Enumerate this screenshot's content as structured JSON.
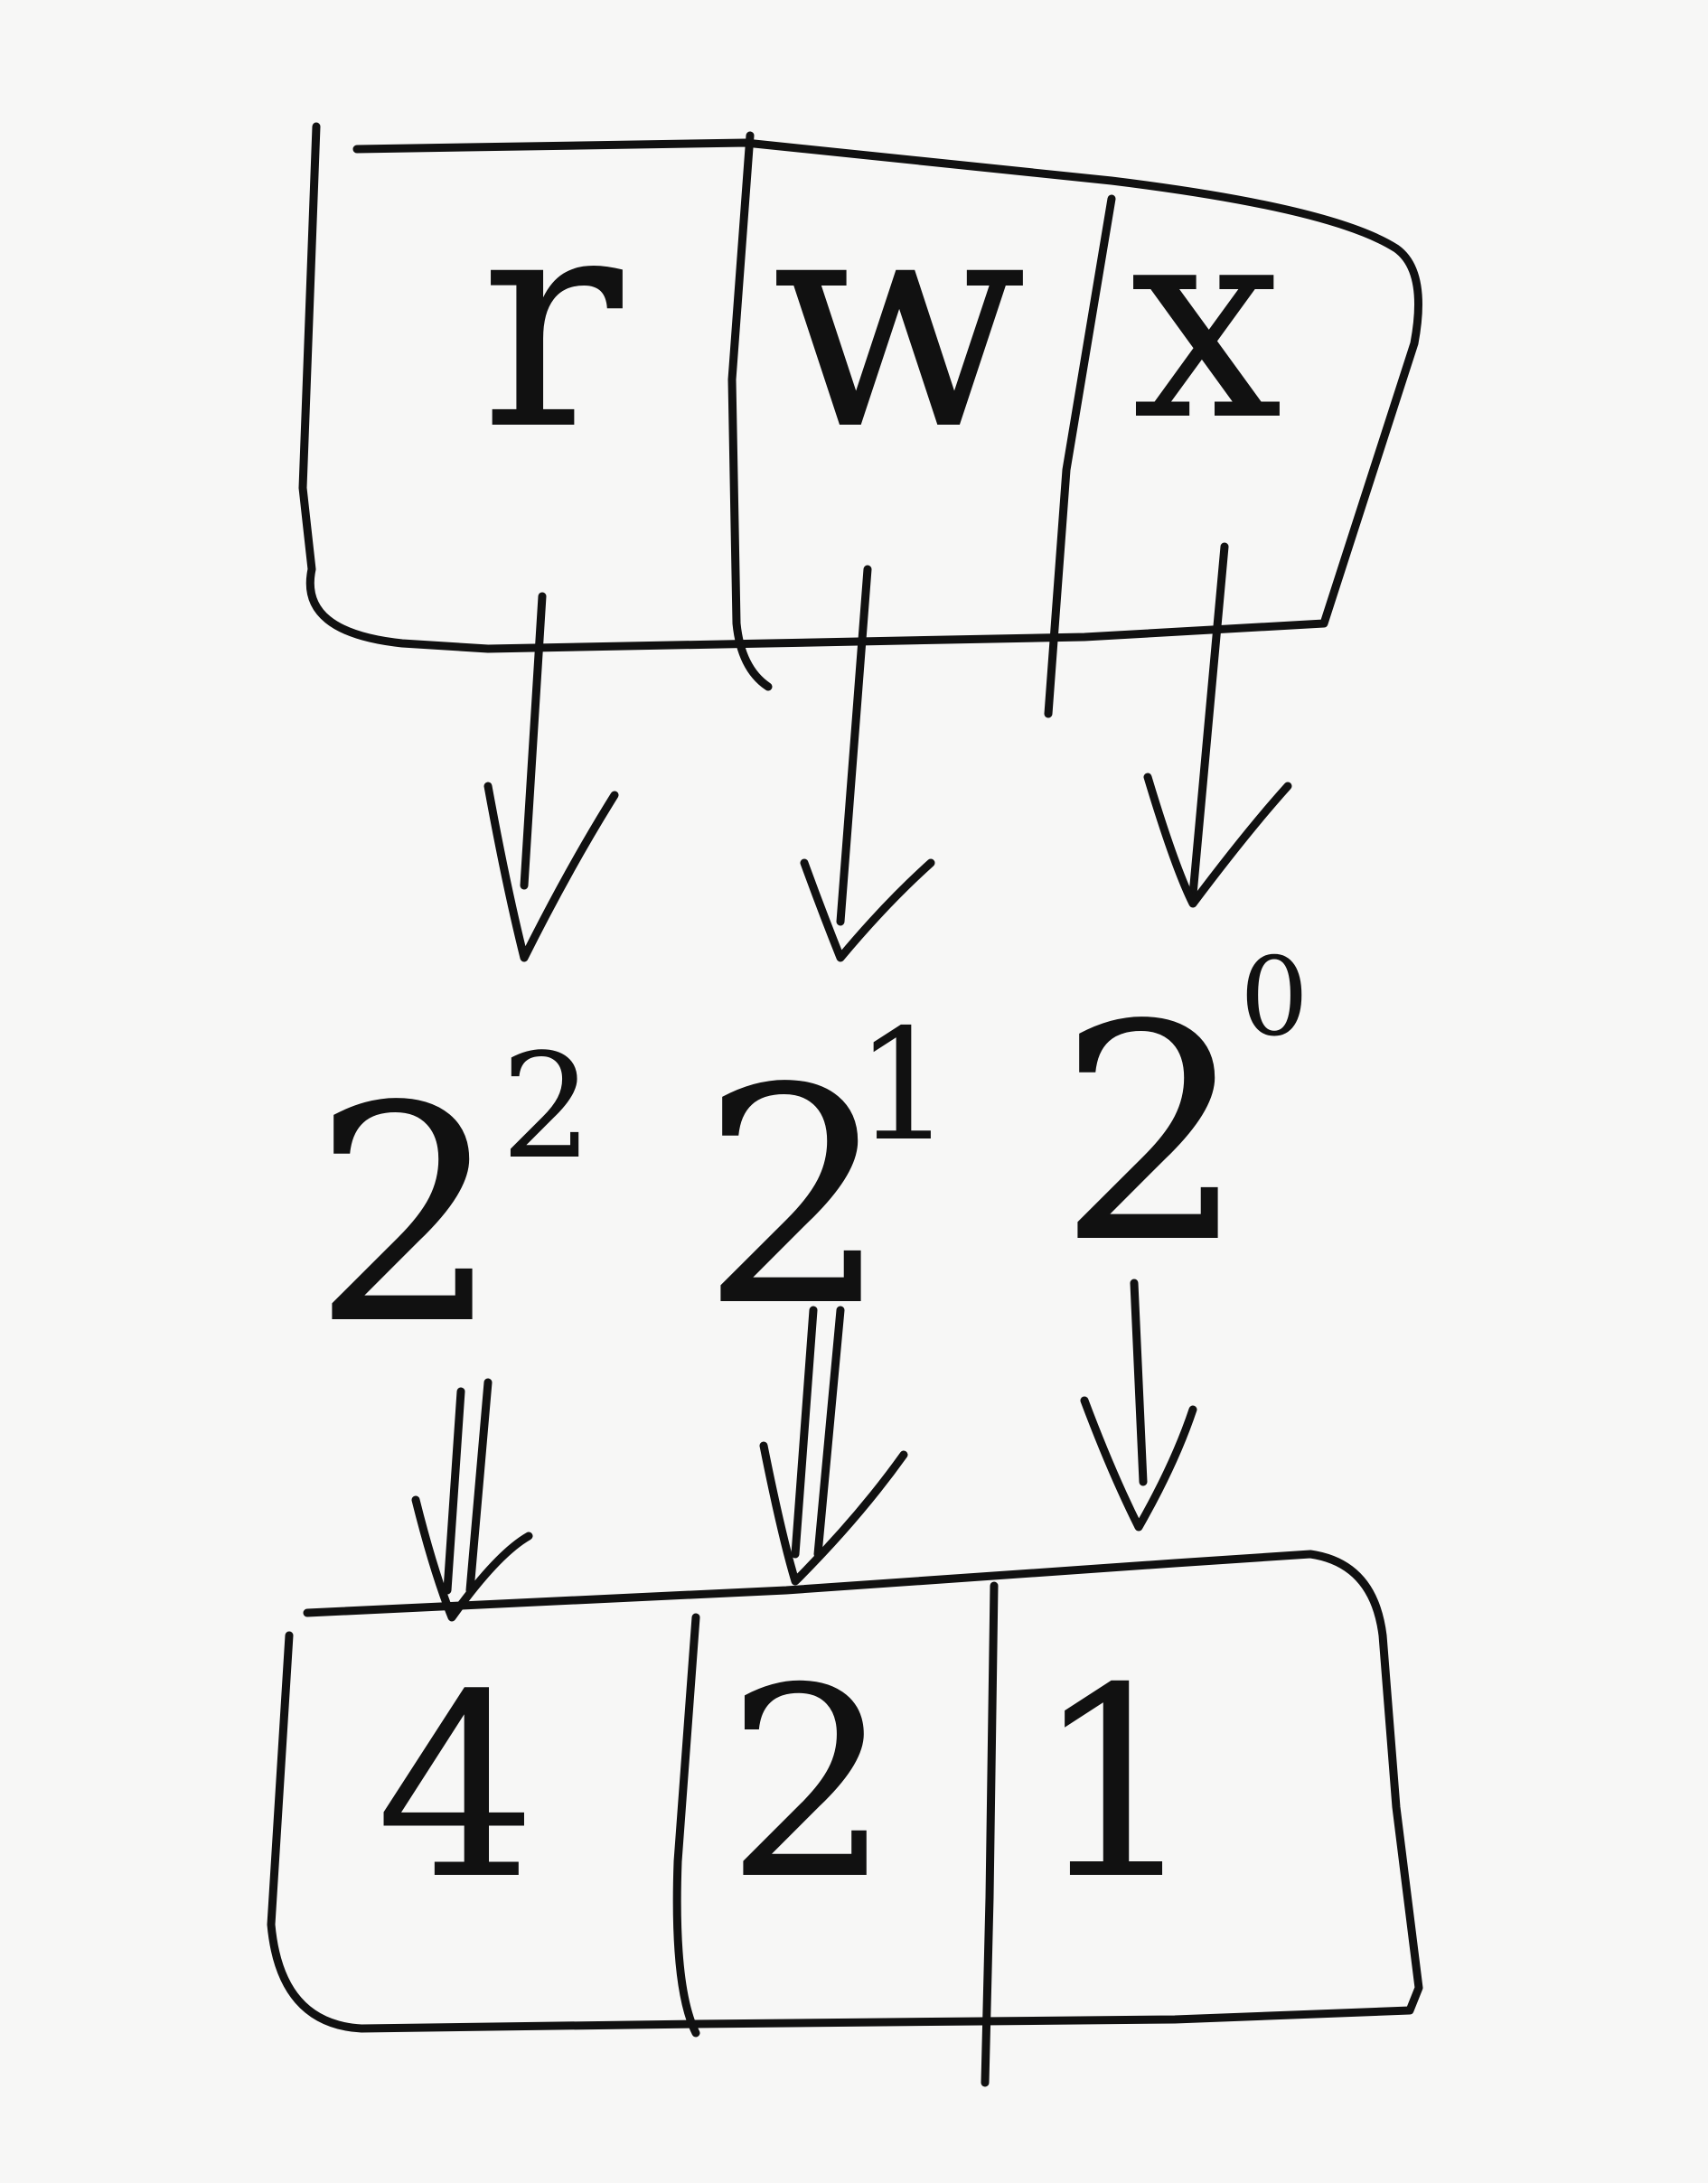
{
  "top_box": {
    "cells": [
      "r",
      "w",
      "x"
    ]
  },
  "powers": [
    {
      "base": "2",
      "exponent": "2"
    },
    {
      "base": "2",
      "exponent": "1"
    },
    {
      "base": "2",
      "exponent": "0"
    }
  ],
  "bottom_box": {
    "cells": [
      "4",
      "2",
      "1"
    ]
  }
}
